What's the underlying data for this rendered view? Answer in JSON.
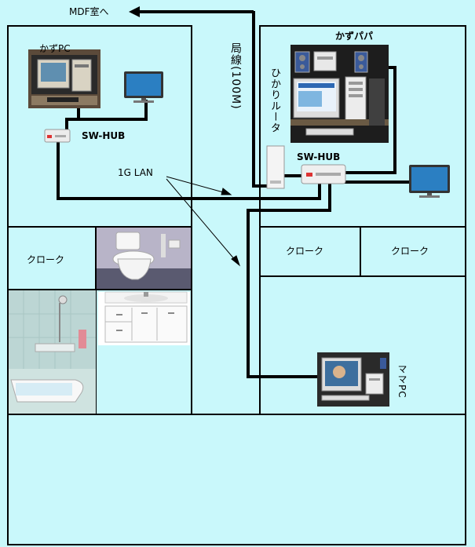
{
  "labels": {
    "mdf": "MDF室へ",
    "kazu_pc": "かずPC",
    "kazu_papa": "かずパパ",
    "sw_hub_left": "SW-HUB",
    "sw_hub_right": "SW-HUB",
    "lan_1g": "1G LAN",
    "trunk_line": "局線(100M)",
    "hikari_router": "ひかりルータ",
    "closet_left": "クローク",
    "closet_right_a": "クローク",
    "closet_right_b": "クローク",
    "mama_pc": "ママPC"
  },
  "colors": {
    "background": "#c9f8fb",
    "wall": "#000000",
    "cable": "#000000"
  },
  "icons": [
    "desktop-pc-icon",
    "monitor-icon",
    "switch-hub-icon",
    "router-icon",
    "toilet-photo",
    "washbasin-photo",
    "bathtub-photo"
  ]
}
